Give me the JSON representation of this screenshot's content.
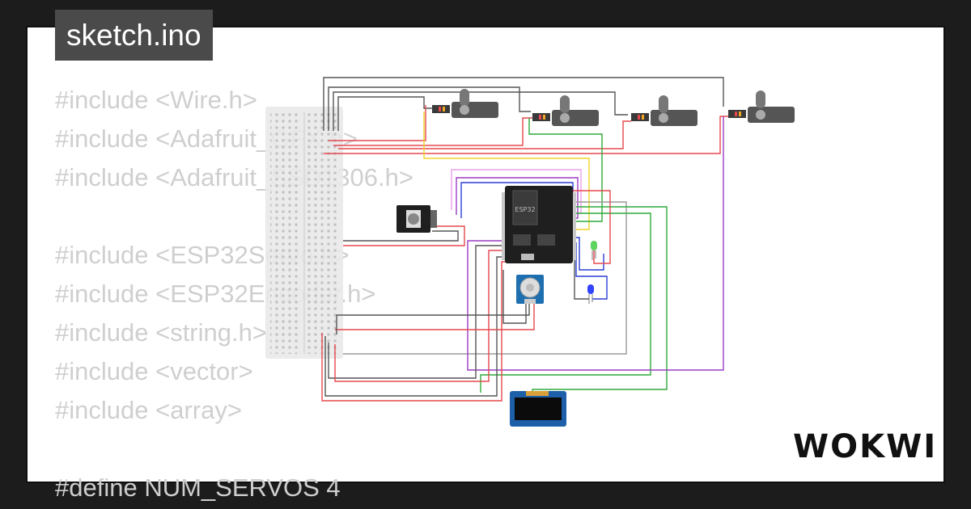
{
  "file_tab": {
    "title": "sketch.ino"
  },
  "code_lines": [
    "#include <Wire.h>",
    "#include <Adafruit_GFX.h>",
    "#include <Adafruit_SSD1306.h>",
    "",
    "#include <ESP32Servo.h>",
    "#include <ESP32Encoder.h>",
    "#include <string.h>",
    "#include <vector>",
    "#include <array>",
    "",
    "#define NUM_SERVOS 4"
  ],
  "board": {
    "label": "ESP32"
  },
  "brand": {
    "name": "WOKWI"
  },
  "colors": {
    "background": "#1c1c1c",
    "canvas": "#ffffff",
    "tab": "#4a4a4a",
    "code_text": "#cfcfcf",
    "board": "#1f1f1f",
    "servo": "#555555",
    "wire_red": "#e5484d",
    "wire_black": "#555555",
    "wire_green": "#2faa3a",
    "wire_blue": "#2c3fd6",
    "wire_yellow": "#f0d22b",
    "wire_purple": "#9b3dc4",
    "wire_pink": "#e9a0e9",
    "wire_gray": "#9a9a9a",
    "led_green": "#5fd35f",
    "led_blue": "#3344ff",
    "oled": "#1d5fa8"
  }
}
